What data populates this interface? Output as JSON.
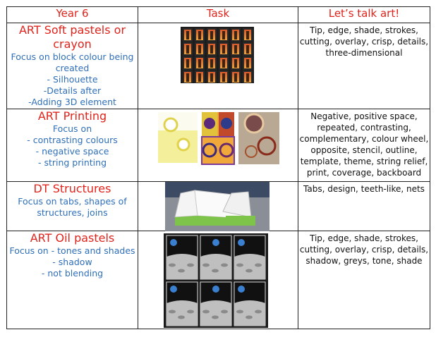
{
  "headers": {
    "col1": "Year 6",
    "col2": "Task",
    "col3": "Let’s talk art!"
  },
  "rows": [
    {
      "subject": "ART Soft pastels or crayon",
      "notes": [
        "Focus on block colour being created",
        "- Silhouette",
        "-Details after",
        "-Adding 3D element"
      ],
      "vocab": "Tip, edge, shade, strokes, cutting, overlay, crisp, details, three-dimensional",
      "image_icon": "silhouette-trees-collage"
    },
    {
      "subject": "ART Printing",
      "notes": [
        "Focus on",
        "- contrasting colours",
        "- negative space",
        "- string printing"
      ],
      "vocab": "Negative, positive space, repeated, contrasting, complementary, colour wheel, opposite, stencil, outline, template, theme, string relief, print, coverage, backboard",
      "image_icon": "printing-samples"
    },
    {
      "subject": "DT Structures",
      "notes": [
        "Focus on tabs, shapes of structures, joins"
      ],
      "vocab": "Tabs, design, teeth-like, nets",
      "image_icon": "paper-structure-model"
    },
    {
      "subject": "ART Oil pastels",
      "notes": [
        "Focus on - tones and shades",
        "- shadow",
        "- not blending"
      ],
      "vocab": "Tip, edge, shade, strokes, cutting, overlay, crisp, details, shadow, greys, tone, shade",
      "image_icon": "moonscape-panels"
    }
  ],
  "colors": {
    "heading_red": "#e0231b",
    "note_blue": "#2f6fb8",
    "border": "#222222"
  }
}
